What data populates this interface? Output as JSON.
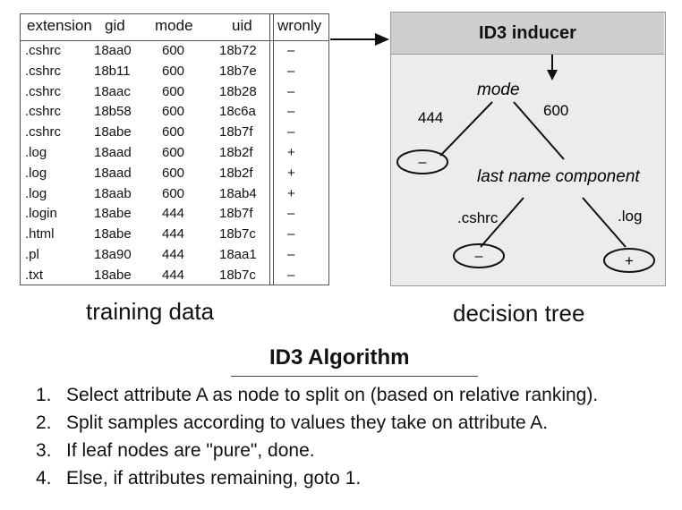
{
  "training_table": {
    "headers": [
      "extension",
      "gid",
      "mode",
      "uid",
      "wronly"
    ],
    "rows": [
      [
        ".cshrc",
        "18aa0",
        "600",
        "18b72",
        "–"
      ],
      [
        ".cshrc",
        "18b11",
        "600",
        "18b7e",
        "–"
      ],
      [
        ".cshrc",
        "18aac",
        "600",
        "18b28",
        "–"
      ],
      [
        ".cshrc",
        "18b58",
        "600",
        "18c6a",
        "–"
      ],
      [
        ".cshrc",
        "18abe",
        "600",
        "18b7f",
        "–"
      ],
      [
        ".log",
        "18aad",
        "600",
        "18b2f",
        "+"
      ],
      [
        ".log",
        "18aad",
        "600",
        "18b2f",
        "+"
      ],
      [
        ".log",
        "18aab",
        "600",
        "18ab4",
        "+"
      ],
      [
        ".login",
        "18abe",
        "444",
        "18b7f",
        "–"
      ],
      [
        ".html",
        "18abe",
        "444",
        "18b7c",
        "–"
      ],
      [
        ".pl",
        "18a90",
        "444",
        "18aa1",
        "–"
      ],
      [
        ".txt",
        "18abe",
        "444",
        "18b7c",
        "–"
      ]
    ]
  },
  "captions": {
    "training": "training data",
    "tree": "decision tree"
  },
  "tree": {
    "inducer_title": "ID3 inducer",
    "root_label": "mode",
    "edge_left": "444",
    "edge_right": "600",
    "leaf_left": "–",
    "inner_label": "last name component",
    "edge_cshrc": ".cshrc",
    "edge_log": ".log",
    "leaf_cshrc": "–",
    "leaf_log": "+"
  },
  "algorithm": {
    "title": "ID3 Algorithm",
    "steps": [
      {
        "num": "1.",
        "text": "Select attribute A as node to split on  (based on relative ranking)."
      },
      {
        "num": "2.",
        "text": "Split samples according to values they take on attribute A."
      },
      {
        "num": "3.",
        "text": "If leaf nodes are \"pure\", done."
      },
      {
        "num": "4.",
        "text": "Else, if attributes remaining, goto 1."
      }
    ]
  }
}
